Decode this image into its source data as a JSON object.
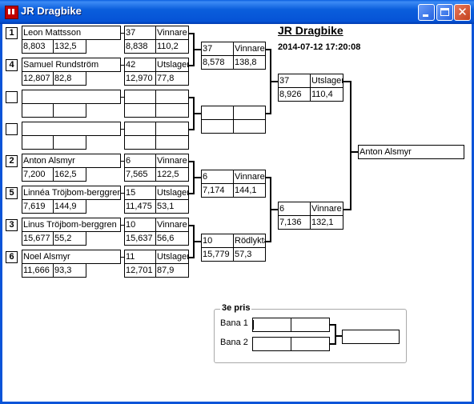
{
  "window": {
    "title": "JR Dragbike"
  },
  "header": {
    "title": "JR Dragbike",
    "datetime": "2014-07-12 17:20:08"
  },
  "round1": [
    {
      "seed": "1",
      "name": "Leon Mattsson",
      "rt": "8,803",
      "speed": "132,5"
    },
    {
      "seed": "4",
      "name": "Samuel Rundström",
      "rt": "12,807",
      "speed": "82,8"
    },
    {
      "seed": "",
      "name": "",
      "rt": "",
      "speed": ""
    },
    {
      "seed": "",
      "name": "",
      "rt": "",
      "speed": ""
    },
    {
      "seed": "2",
      "name": "Anton Alsmyr",
      "rt": "7,200",
      "speed": "162,5"
    },
    {
      "seed": "5",
      "name": "Linnéa Tröjbom-berggren",
      "rt": "7,619",
      "speed": "144,9"
    },
    {
      "seed": "3",
      "name": "Linus Tröjbom-berggren",
      "rt": "15,677",
      "speed": "55,2"
    },
    {
      "seed": "6",
      "name": "Noel Alsmyr",
      "rt": "11,666",
      "speed": "93,3"
    }
  ],
  "round2": [
    {
      "num": "37",
      "status": "Vinnare",
      "time": "8,838",
      "speed": "110,2"
    },
    {
      "num": "42",
      "status": "Utslagen",
      "time": "12,970",
      "speed": "77,8"
    },
    {
      "num": "",
      "status": "",
      "time": "",
      "speed": ""
    },
    {
      "num": "",
      "status": "",
      "time": "",
      "speed": ""
    },
    {
      "num": "6",
      "status": "Vinnare",
      "time": "7,565",
      "speed": "122,5"
    },
    {
      "num": "15",
      "status": "Utslagen",
      "time": "11,475",
      "speed": "53,1"
    },
    {
      "num": "10",
      "status": "Vinnare",
      "time": "15,637",
      "speed": "56,6"
    },
    {
      "num": "11",
      "status": "Utslagen",
      "time": "12,701",
      "speed": "87,9"
    }
  ],
  "round3": [
    {
      "num": "37",
      "status": "Vinnare",
      "time": "8,578",
      "speed": "138,8"
    },
    {
      "num": "",
      "status": "",
      "time": "",
      "speed": ""
    },
    {
      "num": "6",
      "status": "Vinnare",
      "time": "7,174",
      "speed": "144,1"
    },
    {
      "num": "10",
      "status": "Rödlykta",
      "time": "15,779",
      "speed": "57,3"
    }
  ],
  "round4": [
    {
      "num": "37",
      "status": "Utslagen",
      "time": "8,926",
      "speed": "110,4"
    },
    {
      "num": "6",
      "status": "Vinnare",
      "time": "7,136",
      "speed": "132,1"
    }
  ],
  "winner": {
    "name": "Anton Alsmyr"
  },
  "third_place": {
    "legend": "3e pris",
    "lane1_label": "Bana 1",
    "lane2_label": "Bana 2",
    "lane1": {
      "a": "",
      "b": ""
    },
    "lane2": {
      "a": "",
      "b": ""
    },
    "result": ""
  }
}
